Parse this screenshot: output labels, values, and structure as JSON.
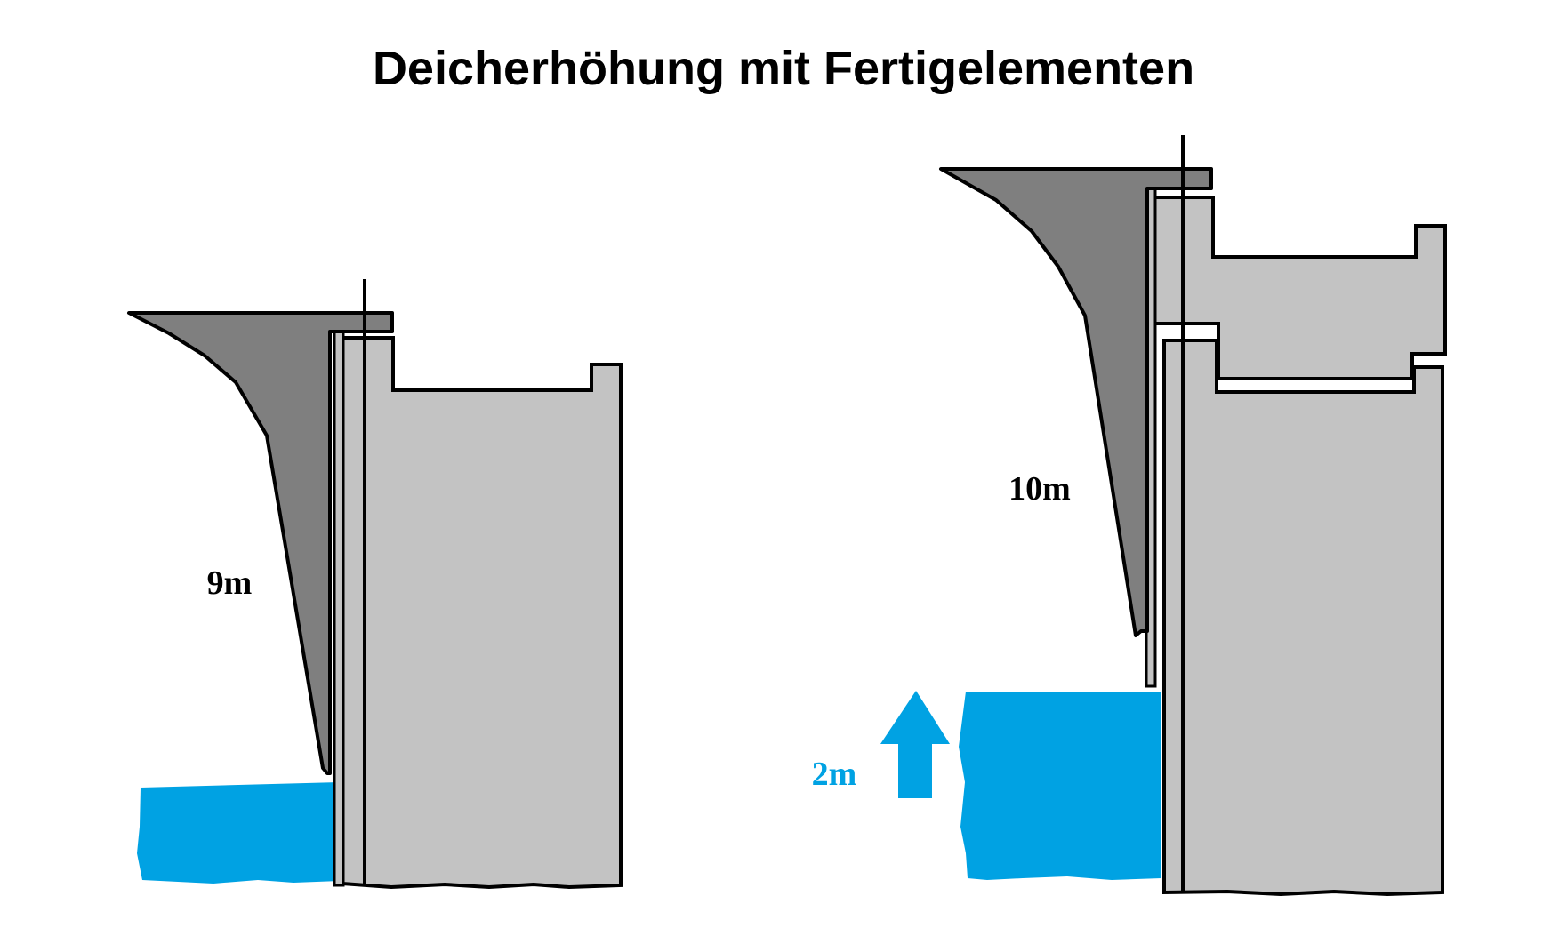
{
  "title": "Deicherhöhung mit Fertigelementen",
  "labels": {
    "height_before": "9m",
    "height_after": "10m",
    "water_rise": "2m"
  },
  "colors": {
    "water": "#00a2e3",
    "wall": "#c3c3c3",
    "overhang": "#7f7f7f",
    "outline": "#000000",
    "background": "#ffffff"
  },
  "icons": {
    "rise_indicator": "up-arrow-icon"
  }
}
